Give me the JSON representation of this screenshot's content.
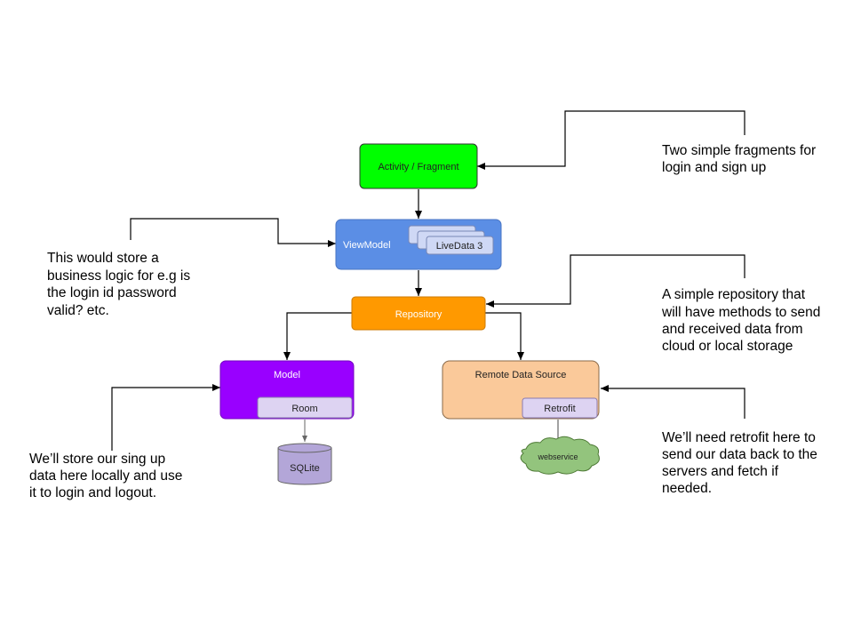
{
  "colors": {
    "activity": "#00ff00",
    "viewmodel": "#5b8ee5",
    "livedata": "#cfd8f5",
    "repository": "#ff9900",
    "model": "#9900ff",
    "room": "#ddd3f2",
    "remote": "#fac99a",
    "retrofit": "#ddd3f2",
    "sqlite": "#b3a6d8",
    "webservice": "#93c47d",
    "line": "#000000",
    "arrow_light": "#888888"
  },
  "boxes": {
    "activity": "Activity / Fragment",
    "viewmodel": "ViewModel",
    "livedata": "LiveData 3",
    "repository": "Repository",
    "model": "Model",
    "room": "Room",
    "sqlite": "SQLite",
    "remote": "Remote Data Source",
    "retrofit": "Retrofit",
    "webservice": "webservice"
  },
  "notes": {
    "fragments": [
      "Two simple fragments for",
      "login and sign up"
    ],
    "viewmodel": [
      "This would store a",
      "business logic for e.g is",
      "the login id password",
      "valid? etc."
    ],
    "repository": [
      "A simple repository that",
      "will have methods to send",
      "and received data from",
      "cloud or local storage"
    ],
    "model": [
      "We’ll store our sing up",
      "data here locally and use",
      "it to login and logout."
    ],
    "retrofit": [
      "We’ll need retrofit here to",
      "send our data back to the",
      "servers and fetch if",
      "needed."
    ]
  }
}
